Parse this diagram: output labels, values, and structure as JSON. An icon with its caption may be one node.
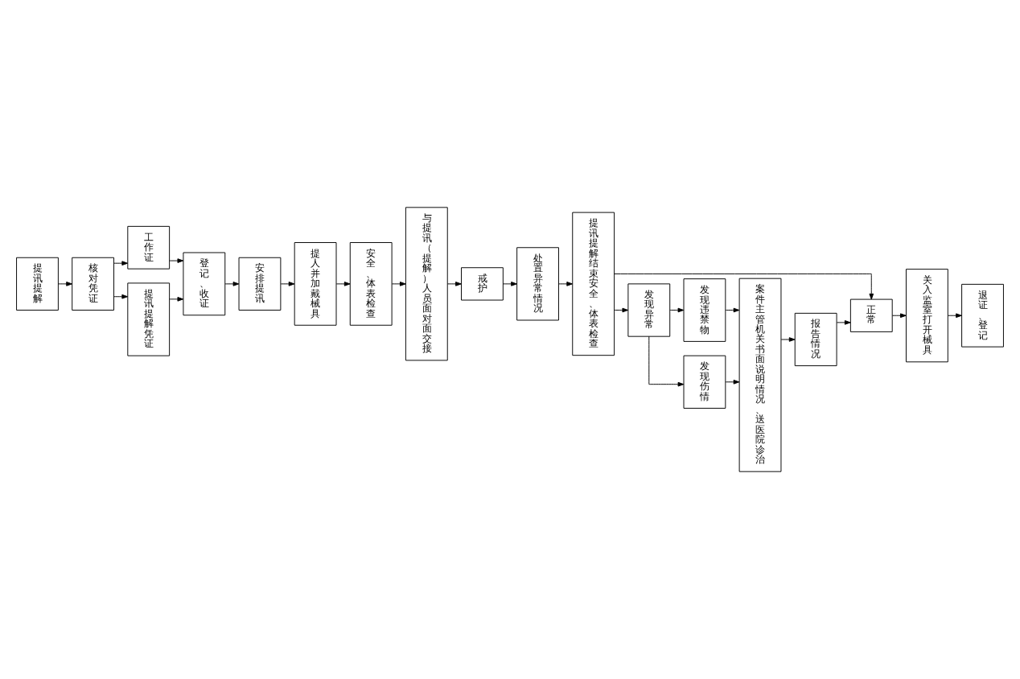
{
  "diagram": {
    "nodes": [
      {
        "text": [
          "提讯提解"
        ]
      },
      {
        "text": [
          "核对凭证"
        ]
      },
      {
        "text": [
          "工作证"
        ]
      },
      {
        "text": [
          "提讯提解凭证"
        ]
      },
      {
        "text": [
          "登记、收证"
        ]
      },
      {
        "text": [
          "安排提讯"
        ]
      },
      {
        "text": [
          "提人并加戴械具"
        ]
      },
      {
        "text": [
          "安全、体表检查"
        ]
      },
      {
        "text": [
          "与提讯（提解）人员面对面交接"
        ]
      },
      {
        "text": [
          "戒护"
        ]
      },
      {
        "text": [
          "处置异常情况"
        ]
      },
      {
        "text": [
          "提讯提解结束安全、体表检查"
        ]
      },
      {
        "text": [
          "正常"
        ]
      },
      {
        "text": [
          "关入监室打开械具"
        ]
      },
      {
        "text": [
          "退证、登记"
        ]
      },
      {
        "text": [
          "发现异常"
        ]
      },
      {
        "text": [
          "发现违禁物"
        ]
      },
      {
        "text": [
          "发现伤情"
        ]
      },
      {
        "text": [
          "案件主管机关书面说明情况、送医院诊治"
        ]
      },
      {
        "text": [
          "报告情况"
        ]
      }
    ],
    "edges": [
      {
        "from": 0,
        "to": 1,
        "arrow": "to"
      },
      {
        "from": 1,
        "to": 2,
        "arrow": "to"
      },
      {
        "from": 1,
        "to": 3,
        "arrow": "to"
      },
      {
        "from": 2,
        "to": 4,
        "arrow": "to"
      },
      {
        "from": 3,
        "to": 4,
        "arrow": "to"
      },
      {
        "from": 4,
        "to": 5,
        "arrow": "to"
      },
      {
        "from": 5,
        "to": 6,
        "arrow": "to"
      },
      {
        "from": 6,
        "to": 7,
        "arrow": "to"
      },
      {
        "from": 7,
        "to": 8,
        "arrow": "to"
      },
      {
        "from": 8,
        "to": 9,
        "arrow": "to"
      },
      {
        "from": 9,
        "to": 10,
        "arrow": "to"
      },
      {
        "from": 10,
        "to": 11,
        "arrow": "to"
      },
      {
        "from": 11,
        "to": 12,
        "arrow": "to"
      },
      {
        "from": 12,
        "to": 13,
        "arrow": "to"
      },
      {
        "from": 13,
        "to": 14,
        "arrow": "to"
      },
      {
        "from": 11,
        "to": 15,
        "arrow": "to"
      },
      {
        "from": 15,
        "to": 16,
        "arrow": "to"
      },
      {
        "from": 15,
        "to": 17,
        "arrow": "to"
      },
      {
        "from": 16,
        "to": 18,
        "arrow": "to"
      },
      {
        "from": 17,
        "to": 18,
        "arrow": "to"
      },
      {
        "from": 18,
        "to": 19,
        "arrow": "to"
      },
      {
        "from": 19,
        "to": 12,
        "arrow": "to"
      }
    ]
  }
}
